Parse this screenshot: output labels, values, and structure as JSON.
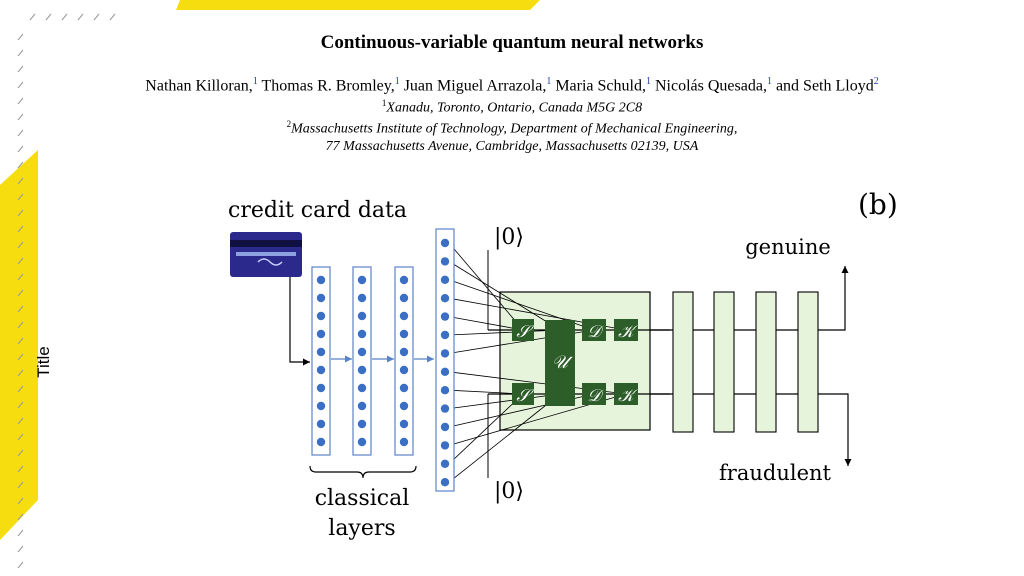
{
  "slide": {
    "side_label": "Title",
    "accent_color": "#f5dd0f"
  },
  "paper": {
    "title": "Continuous-variable quantum neural networks",
    "authors": [
      {
        "name": "Nathan Killoran,",
        "sup": "1"
      },
      {
        "name": "Thomas R. Bromley,",
        "sup": "1"
      },
      {
        "name": "Juan Miguel Arrazola,",
        "sup": "1"
      },
      {
        "name": "Maria Schuld,",
        "sup": "1"
      },
      {
        "name": "Nicolás Quesada,",
        "sup": "1"
      },
      {
        "name": "and Seth Lloyd",
        "sup": "2"
      }
    ],
    "affiliations": [
      {
        "sup": "1",
        "text": "Xanadu, Toronto, Ontario, Canada M5G 2C8"
      },
      {
        "sup": "2",
        "text": "Massachusetts Institute of Technology, Department of Mechanical Engineering,"
      },
      {
        "sup": "",
        "text": "77 Massachusetts Avenue, Cambridge, Massachusetts 02139, USA"
      }
    ]
  },
  "figure": {
    "panel_label": "(b)",
    "input_label": "credit card data",
    "classical_label_line1": "classical",
    "classical_label_line2": "layers",
    "vacuum_top": "|0⟩",
    "vacuum_bottom": "|0⟩",
    "output_top": "genuine",
    "output_bottom": "fraudulent",
    "gate_squeeze": "𝒮",
    "gate_unitary": "𝒰",
    "gate_displace": "𝒟",
    "gate_kerr": "𝒦",
    "colors": {
      "node": "#3a6fc4",
      "layer_border": "#5a82c8",
      "quantum_bg": "#e6f4dc",
      "gate": "#2d5e2a",
      "card": "#2b2a8c"
    }
  }
}
